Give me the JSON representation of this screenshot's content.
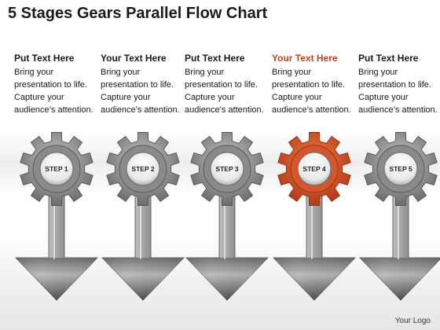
{
  "title": "5 Stages Gears Parallel Flow Chart",
  "footer": "Your Logo",
  "colors": {
    "gear_grey": "#8f8f8f",
    "gear_active": "#c9502a",
    "arrow_grey": "#9a9a9a",
    "active_heading": "#c0441e"
  },
  "stages": [
    {
      "heading": "Put Text Here",
      "text": "Bring your presentation to life. Capture your audience’s attention.",
      "step": "STEP 1",
      "active": false
    },
    {
      "heading": "Your Text Here",
      "text": "Bring your presentation to life. Capture your audience’s attention.",
      "step": "STEP 2",
      "active": false
    },
    {
      "heading": "Put Text Here",
      "text": "Bring your presentation to life. Capture your audience’s attention.",
      "step": "STEP 3",
      "active": false
    },
    {
      "heading": "Your Text Here",
      "text": "Bring your presentation to life. Capture your audience’s attention.",
      "step": "STEP 4",
      "active": true
    },
    {
      "heading": "Put Text Here",
      "text": "Bring your presentation to life. Capture your audience’s attention.",
      "step": "STEP 5",
      "active": false
    }
  ]
}
